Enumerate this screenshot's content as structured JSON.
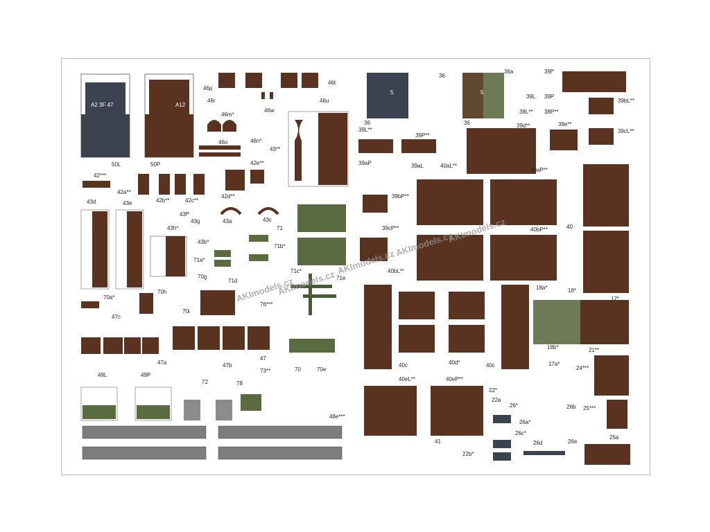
{
  "colors": {
    "brown": "#5a3320",
    "grey_blue": "#3b4250",
    "olive": "#5a6b3f",
    "grey": "#8c8c8c",
    "tread": "#7d7d7d",
    "camo_green": "#6d7a55"
  },
  "watermark": "AKImodels.cz",
  "labels": {
    "l50L": "50L",
    "l50P": "50P",
    "cab_left": "A2 3F 47",
    "cab_right": "A12",
    "l46p": "46p",
    "l46r": "46r",
    "l46m": "46m*",
    "l46w": "46w",
    "l46t": "46t",
    "l46u": "46u",
    "l46o": "46o",
    "l46n": "46n*",
    "l43": "43**",
    "l42": "42***",
    "l42a": "42a**",
    "l42b": "42b**",
    "l42c": "42c**",
    "l42d": "42d**",
    "l42e": "42e**",
    "l43d": "43d",
    "l43e": "43e",
    "l43f": "43f*",
    "l43g": "43g",
    "l43a": "43a",
    "l43c": "43c",
    "l43h": "43h*",
    "l43b": "43b*",
    "l71": "71",
    "l71a": "71a*",
    "l71b": "71b*",
    "l71c": "71c*",
    "l71d": "71d",
    "l71e": "71e",
    "l70": "70",
    "l70a": "70a*",
    "l70h": "70h",
    "l70g": "70g",
    "l70i": "70i",
    "l70e": "70e",
    "l76": "76***",
    "l47c": "47c",
    "l47a": "47a",
    "l47b": "47b",
    "l47": "47",
    "l49L": "49L",
    "l49P": "49P",
    "l72": "72",
    "l78": "78",
    "l73": "73**",
    "l48e": "48e***",
    "l36a": "36a",
    "l39f": "39f*",
    "l5a": "5",
    "l5b": "5",
    "l36b": "36",
    "l36c": "36",
    "l36d": "36",
    "l38L": "38L**",
    "l38P": "38P**",
    "b39L": "39L",
    "b39P": "39P",
    "l39bL": "39bL**",
    "l39cL": "39cL**",
    "l39d": "39d**",
    "l39e": "39e**",
    "l39Lss": "39L**",
    "l39Pss": "39P**",
    "l39aP": "39aP",
    "l39aL": "39aL",
    "l39bP": "39bP**",
    "l39cP": "39cP**",
    "l40aL": "40aL**",
    "l40aP": "40aP**",
    "l40bP": "40bP**",
    "l40bL": "40bL**",
    "l40": "40",
    "l40c1": "40c",
    "l40c2": "40c",
    "l40d": "40d*",
    "l40eL": "40eL**",
    "l40eP": "40eP**",
    "l18a": "18a*",
    "l18": "18*",
    "l17": "17*",
    "l18b": "18b*",
    "l17a": "17a*",
    "l21": "21**",
    "l24": "24***",
    "l22": "22*",
    "l22a": "22a",
    "l22b": "22b*",
    "l26": "26*",
    "l26a": "26a*",
    "l26b": "26b",
    "l26c": "26c*",
    "l26d": "26d",
    "l26e": "26e",
    "l25": "25***",
    "l25a": "25a",
    "l41": "41"
  }
}
